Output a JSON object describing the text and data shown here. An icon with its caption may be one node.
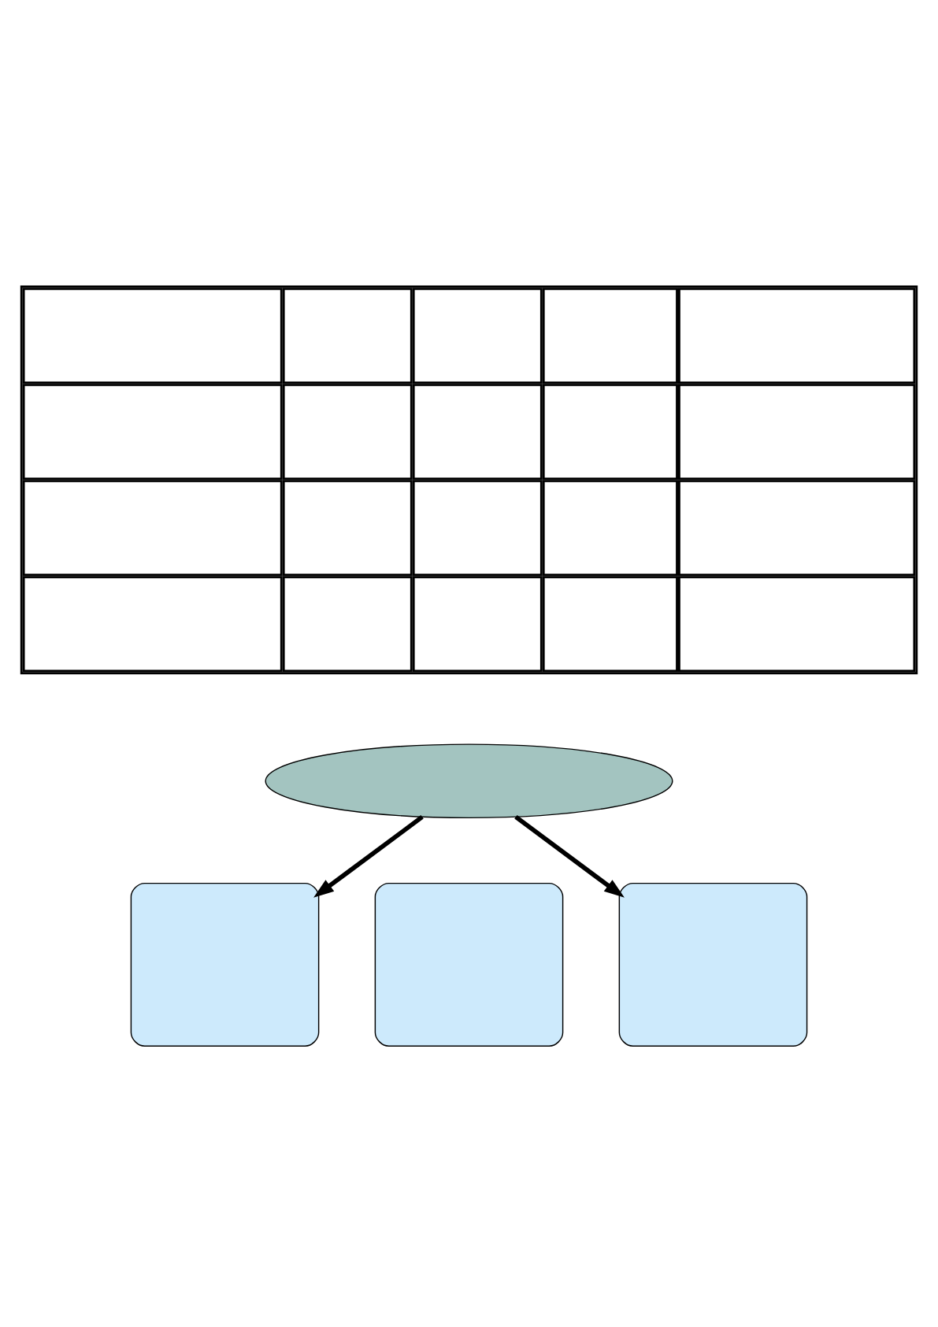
{
  "diagram": {
    "nodes": [
      {
        "text": [],
        "shape": "table"
      },
      {
        "text": [],
        "shape": "ellipse"
      },
      {
        "text": [],
        "shape": "box"
      },
      {
        "text": [],
        "shape": "box"
      },
      {
        "text": [],
        "shape": "box"
      }
    ],
    "edges": [
      {
        "from": 1,
        "to": 2,
        "arrow": "to"
      },
      {
        "from": 1,
        "to": 4,
        "arrow": "to"
      }
    ]
  }
}
